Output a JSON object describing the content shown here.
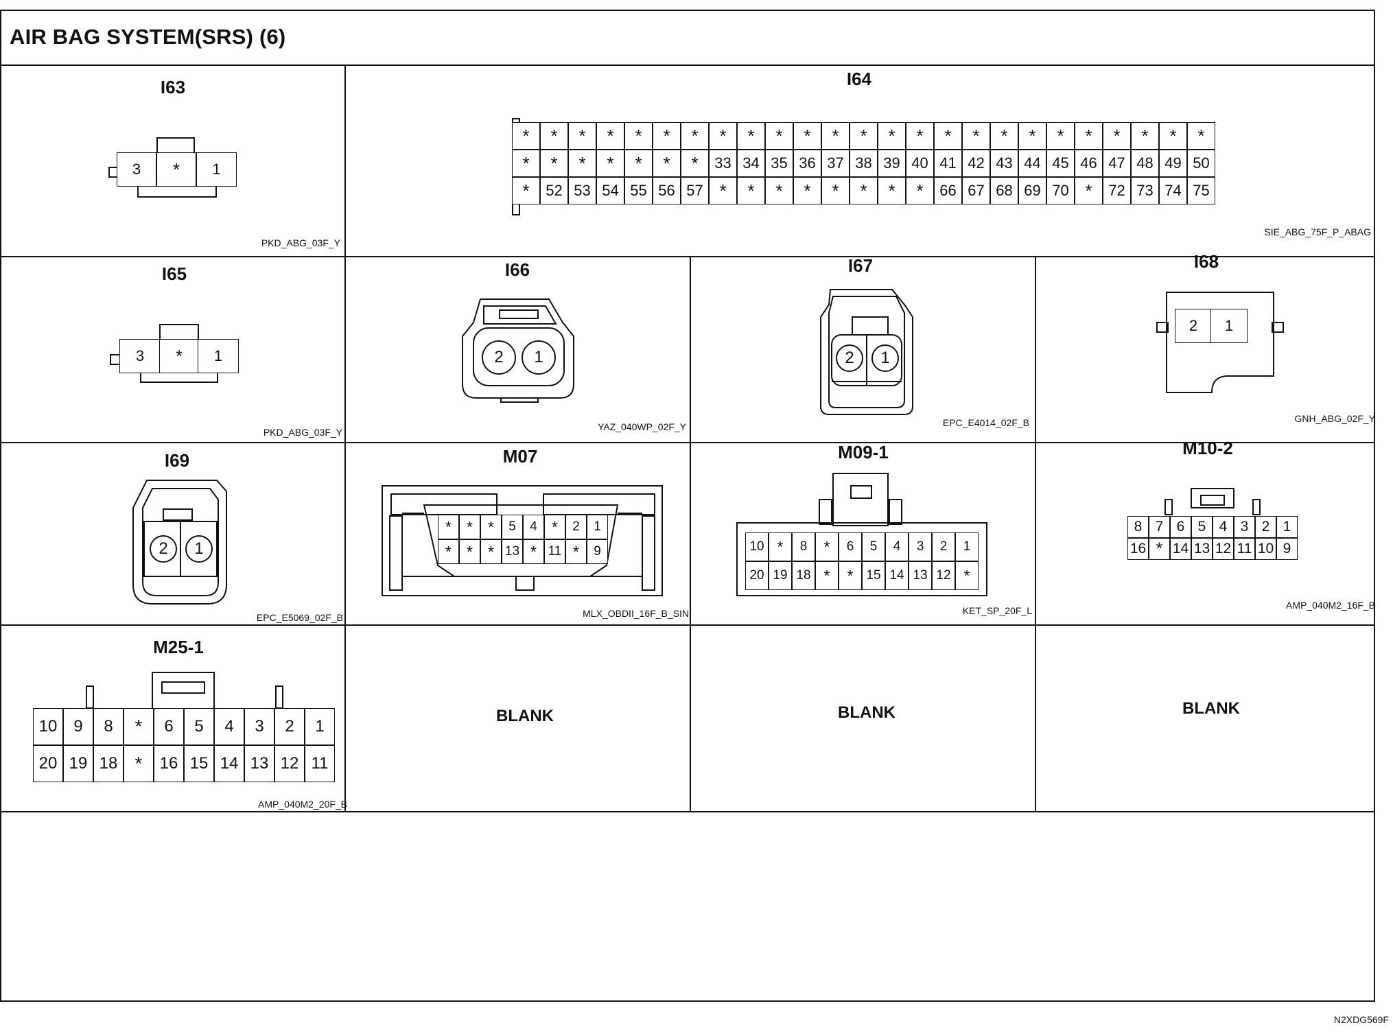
{
  "title": "AIR BAG SYSTEM(SRS) (6)",
  "reference": "N2XDG569F",
  "connectors": {
    "i63": {
      "name": "I63",
      "code": "PKD_ABG_03F_Y",
      "pins": [
        "3",
        "*",
        "1"
      ]
    },
    "i64": {
      "name": "I64",
      "code": "SIE_ABG_75F_P_ABAG",
      "rows": [
        [
          "*",
          "*",
          "*",
          "*",
          "*",
          "*",
          "*",
          "*",
          "*",
          "*",
          "*",
          "*",
          "*",
          "*",
          "*",
          "*",
          "*",
          "*",
          "*",
          "*",
          "*",
          "*",
          "*",
          "*",
          "*"
        ],
        [
          "*",
          "*",
          "*",
          "*",
          "*",
          "*",
          "*",
          "33",
          "34",
          "35",
          "36",
          "37",
          "38",
          "39",
          "40",
          "41",
          "42",
          "43",
          "44",
          "45",
          "46",
          "47",
          "48",
          "49",
          "50"
        ],
        [
          "*",
          "52",
          "53",
          "54",
          "55",
          "56",
          "57",
          "*",
          "*",
          "*",
          "*",
          "*",
          "*",
          "*",
          "*",
          "66",
          "67",
          "68",
          "69",
          "70",
          "*",
          "72",
          "73",
          "74",
          "75"
        ]
      ]
    },
    "i65": {
      "name": "I65",
      "code": "PKD_ABG_03F_Y",
      "pins": [
        "3",
        "*",
        "1"
      ]
    },
    "i66": {
      "name": "I66",
      "code": "YAZ_040WP_02F_Y",
      "pins": [
        "2",
        "1"
      ]
    },
    "i67": {
      "name": "I67",
      "code": "EPC_E4014_02F_B",
      "pins": [
        "2",
        "1"
      ]
    },
    "i68": {
      "name": "I68",
      "code": "GNH_ABG_02F_Y",
      "pins": [
        "2",
        "1"
      ]
    },
    "i69": {
      "name": "I69",
      "code": "EPC_E5069_02F_B",
      "pins": [
        "2",
        "1"
      ]
    },
    "m07": {
      "name": "M07",
      "code": "MLX_OBDII_16F_B_SIN",
      "rows": [
        [
          "*",
          "*",
          "*",
          "5",
          "4",
          "*",
          "2",
          "1"
        ],
        [
          "*",
          "*",
          "*",
          "13",
          "*",
          "11",
          "*",
          "9"
        ]
      ]
    },
    "m091": {
      "name": "M09-1",
      "code": "KET_SP_20F_L",
      "rows": [
        [
          "10",
          "*",
          "8",
          "*",
          "6",
          "5",
          "4",
          "3",
          "2",
          "1"
        ],
        [
          "20",
          "19",
          "18",
          "*",
          "*",
          "15",
          "14",
          "13",
          "12",
          "*"
        ]
      ]
    },
    "m102": {
      "name": "M10-2",
      "code": "AMP_040M2_16F_B",
      "rows": [
        [
          "8",
          "7",
          "6",
          "5",
          "4",
          "3",
          "2",
          "1"
        ],
        [
          "16",
          "*",
          "14",
          "13",
          "12",
          "11",
          "10",
          "9"
        ]
      ]
    },
    "m251": {
      "name": "M25-1",
      "code": "AMP_040M2_20F_B",
      "rows": [
        [
          "10",
          "9",
          "8",
          "*",
          "6",
          "5",
          "4",
          "3",
          "2",
          "1"
        ],
        [
          "20",
          "19",
          "18",
          "*",
          "16",
          "15",
          "14",
          "13",
          "12",
          "11"
        ]
      ]
    }
  },
  "blanks": [
    "BLANK",
    "BLANK",
    "BLANK"
  ]
}
